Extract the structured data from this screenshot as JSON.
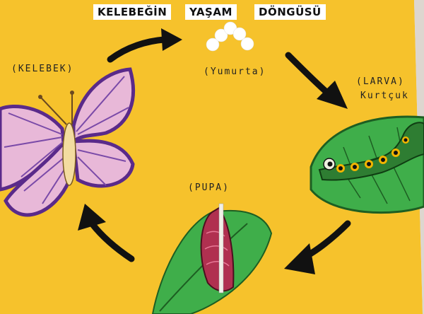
{
  "title": {
    "word1": "KELEBEĞİN",
    "word2": "YAŞAM",
    "word3": "DÖNGÜSÜ"
  },
  "stages": {
    "egg": "(Yumurta)",
    "larva_line1": "(LARVA)",
    "larva_line2": "Kurtçuk",
    "pupa": "(PUPA)",
    "butterfly": "(KELEBEK)"
  },
  "colors": {
    "poster": "#f6c22c",
    "butterfly_wing": "#e8b8d8",
    "butterfly_outline": "#5a2a8a",
    "leaf": "#3fae4a",
    "caterpillar": "#2e7d32",
    "pupa": "#b03050",
    "arrow": "#111111"
  },
  "icons": [
    "butterfly-icon",
    "egg-icon",
    "caterpillar-icon",
    "pupa-icon",
    "cycle-arrow-icon"
  ]
}
